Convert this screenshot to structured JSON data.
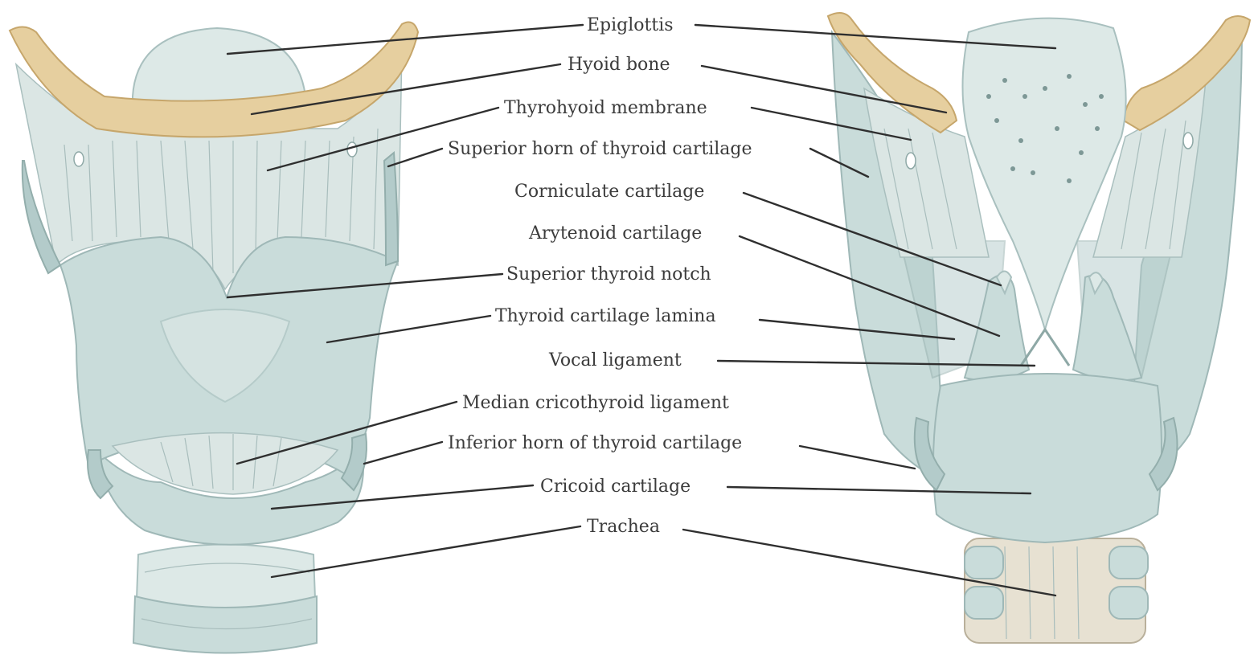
{
  "labels": {
    "epiglottis": "Epiglottis",
    "hyoid_bone": "Hyoid bone",
    "thyrohyoid_membrane": "Thyrohyoid membrane",
    "superior_horn": "Superior horn of thyroid cartilage",
    "corniculate": "Corniculate cartilage",
    "arytenoid": "Arytenoid cartilage",
    "superior_notch": "Superior thyroid notch",
    "thyroid_lamina": "Thyroid cartilage lamina",
    "vocal_ligament": "Vocal ligament",
    "median_cricothyroid": "Median cricothyroid ligament",
    "inferior_horn": "Inferior horn of thyroid cartilage",
    "cricoid": "Cricoid cartilage",
    "trachea": "Trachea"
  },
  "colors": {
    "cartilage": "#c9dcda",
    "bone": "#e6cf9f",
    "leader_line": "#2f2f2f",
    "label_text": "#3b3b3b"
  }
}
